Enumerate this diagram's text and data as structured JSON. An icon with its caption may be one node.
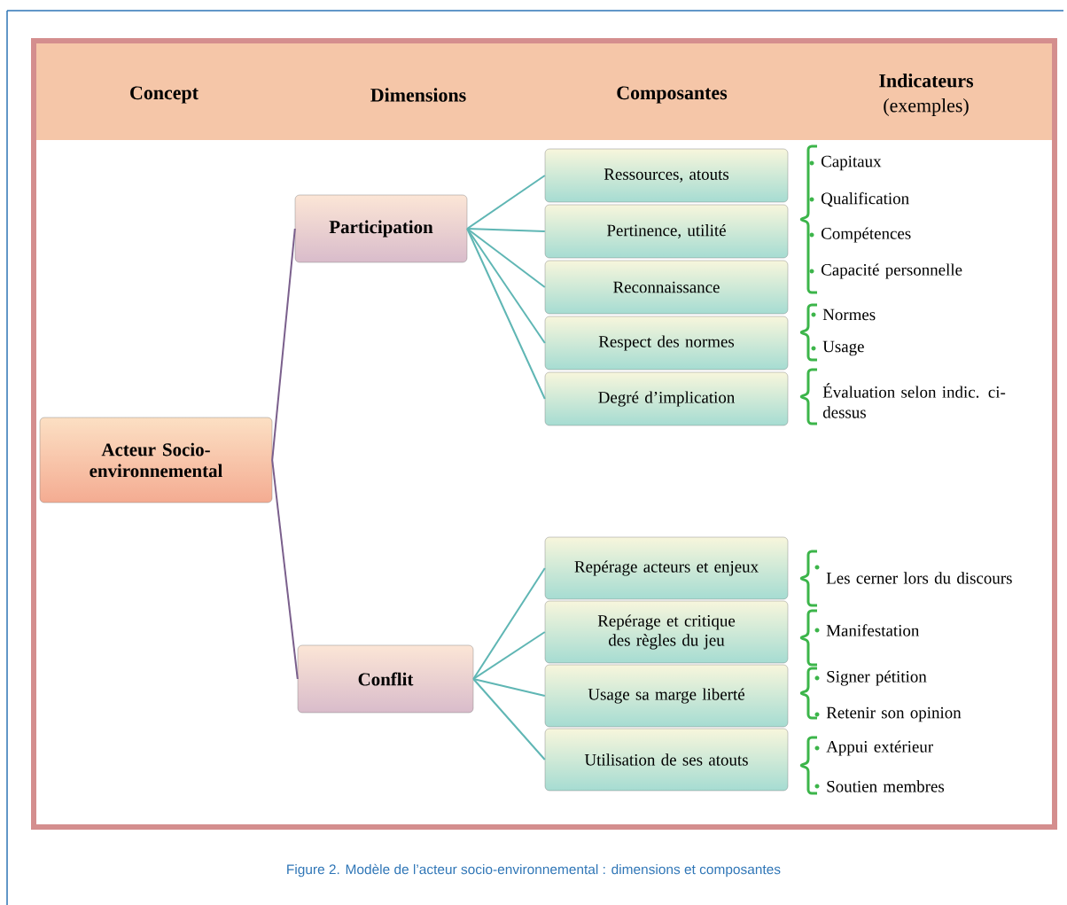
{
  "diagram": {
    "caption": "Figure 2. Modèle de l’acteur socio-environnemental : dimensions et composantes",
    "nodes": [
      {
        "text": [
          "Acteur Socio-environnemental"
        ]
      },
      {
        "text": [
          "Participation"
        ]
      },
      {
        "text": [
          "Conflit"
        ]
      },
      {
        "text": [
          "Ressources, atouts"
        ]
      },
      {
        "text": [
          "Pertinence, utilité"
        ]
      },
      {
        "text": [
          "Reconnaissance"
        ]
      },
      {
        "text": [
          "Respect des normes"
        ]
      },
      {
        "text": [
          "Degré d’implication"
        ]
      },
      {
        "text": [
          "Repérage acteurs et enjeux"
        ]
      },
      {
        "text": [
          "Repérage et critique des règles du jeu"
        ]
      },
      {
        "text": [
          "Usage sa marge liberté"
        ]
      },
      {
        "text": [
          "Utilisation de ses atouts"
        ]
      }
    ],
    "edges": [
      {
        "from": 0,
        "to": 1,
        "arrow": "none",
        "color": "#7a5f8c"
      },
      {
        "from": 0,
        "to": 2,
        "arrow": "none",
        "color": "#7a5f8c"
      },
      {
        "from": 1,
        "to": 3,
        "arrow": "none"
      },
      {
        "from": 1,
        "to": 4,
        "arrow": "none"
      },
      {
        "from": 1,
        "to": 5,
        "arrow": "none"
      },
      {
        "from": 1,
        "to": 6,
        "arrow": "none"
      },
      {
        "from": 1,
        "to": 7,
        "arrow": "none"
      },
      {
        "from": 2,
        "to": 8,
        "arrow": "none"
      },
      {
        "from": 2,
        "to": 9,
        "arrow": "none"
      },
      {
        "from": 2,
        "to": 10,
        "arrow": "none"
      },
      {
        "from": 2,
        "to": 11,
        "arrow": "none"
      }
    ],
    "labels": [
      "Concept",
      "Dimensions",
      "Composantes",
      "**Indicateurs** (exemples)",
      "Capitaux",
      "Qualification",
      "Compétences",
      "Capacité personnelle",
      "Normes",
      "Usage",
      "Évaluation selon indic. ci-dessus",
      "Les cerner lors du discours",
      "Manifestation",
      "Signer pétition",
      "Retenir son opinion",
      "Appui extérieur",
      "Soutien membres"
    ]
  }
}
